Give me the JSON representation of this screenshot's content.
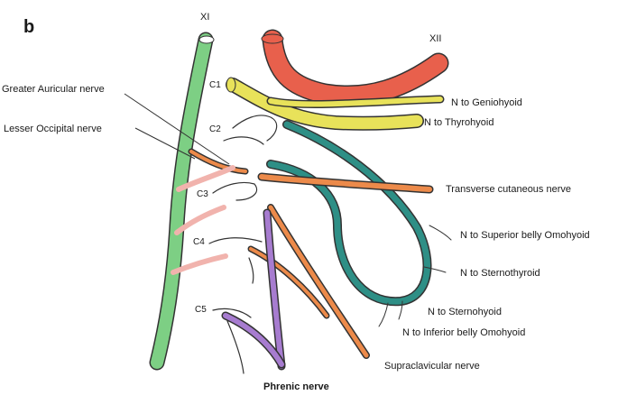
{
  "panel_label": "b",
  "nerve_labels": {
    "xi": "XI",
    "xii": "XII",
    "c1": "C1",
    "c2": "C2",
    "c3": "C3",
    "c4": "C4",
    "c5": "C5",
    "greater_auricular": "Greater Auricular nerve",
    "lesser_occipital": "Lesser Occipital nerve",
    "geniohyoid": "N to Geniohyoid",
    "thyrohyoid": "N to Thyrohyoid",
    "transverse_cutaneous": "Transverse cutaneous nerve",
    "superior_omohyoid": "N to Superior belly Omohyoid",
    "sternothyroid": "N to Sternothyroid",
    "sternohyoid": "N to Sternohyoid",
    "inferior_omohyoid": "N to Inferior belly Omohyoid",
    "supraclavicular": "Supraclavicular nerve",
    "phrenic": "Phrenic nerve"
  },
  "colors": {
    "accessory_nerve": "#7dcf84",
    "hypoglossal_nerve": "#e8604c",
    "ansa_cervicalis": "#e8e25a",
    "ansa_loop": "#2e8f86",
    "cutaneous_branches": "#ec8a4a",
    "phrenic_nerve": "#a77cd0",
    "auricular_occipital": "#f1b3ad"
  }
}
